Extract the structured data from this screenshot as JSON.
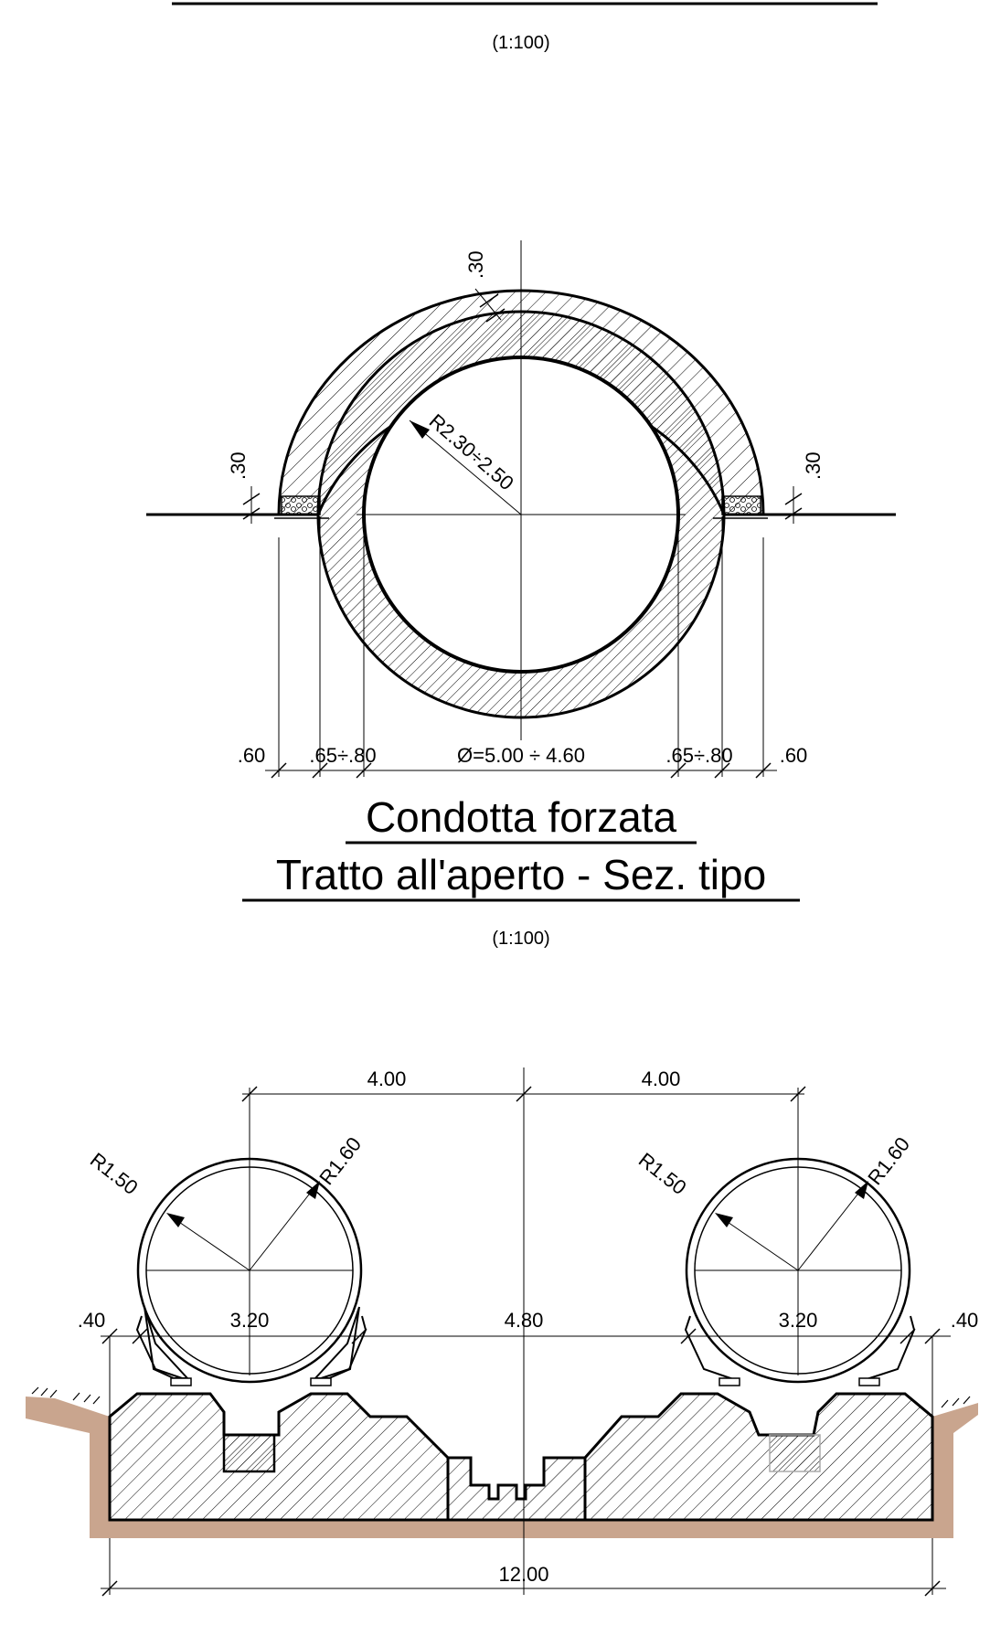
{
  "top_fragment": {
    "scale": "(1:100)"
  },
  "section_1": {
    "title_line1": "Condotta forzata",
    "title_line2": "Tratto all'aperto - Sez. tipo",
    "scale": "(1:100)",
    "dims": {
      "top_thickness": ".30",
      "left_thickness": ".30",
      "right_thickness": ".30",
      "inner_radius": "R2.30÷2.50",
      "left_offset": ".60",
      "left_wall": ".65÷.80",
      "diameter": "Ø=5.00 ÷ 4.60",
      "right_wall": ".65÷.80",
      "right_offset": ".60"
    }
  },
  "section_2": {
    "dims": {
      "left_spacing": "4.00",
      "right_spacing": "4.00",
      "left_r_inner": "R1.50",
      "left_r_outer": "R1.60",
      "right_r_inner": "R1.50",
      "right_r_outer": "R1.60",
      "left_edge": ".40",
      "left_width": "3.20",
      "middle_width": "4.80",
      "right_width": "3.20",
      "right_edge": ".40",
      "total_width": "12.00"
    }
  },
  "colors": {
    "line": "#000000",
    "soil": "#c9a58e",
    "background": "#ffffff"
  }
}
